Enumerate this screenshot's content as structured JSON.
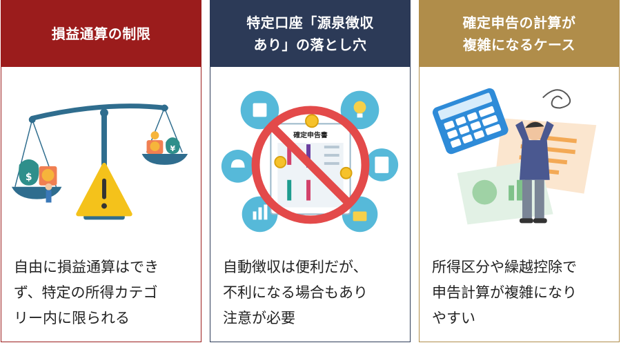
{
  "cards": [
    {
      "header": "損益通算の制限",
      "body": "自由に損益通算はでき\nず、特定の所得カテゴ\nリー内に限られる",
      "icon": "balance-scale-warning-illustration"
    },
    {
      "header": "特定口座「源泉徴収\nあり」の落とし穴",
      "body": "自動徴収は便利だが、\n不利になる場合もあり\n注意が必要",
      "document_title": "確定申告書",
      "icon": "tax-return-prohibited-illustration"
    },
    {
      "header": "確定申告の計算が\n複雑になるケース",
      "body": "所得区分や繰越控除で\n申告計算が複雑になり\nやすい",
      "icon": "confused-man-calculator-illustration"
    }
  ],
  "colors": {
    "card1": "#9b1c1c",
    "card2": "#2c3a57",
    "card3": "#b08d4a"
  }
}
